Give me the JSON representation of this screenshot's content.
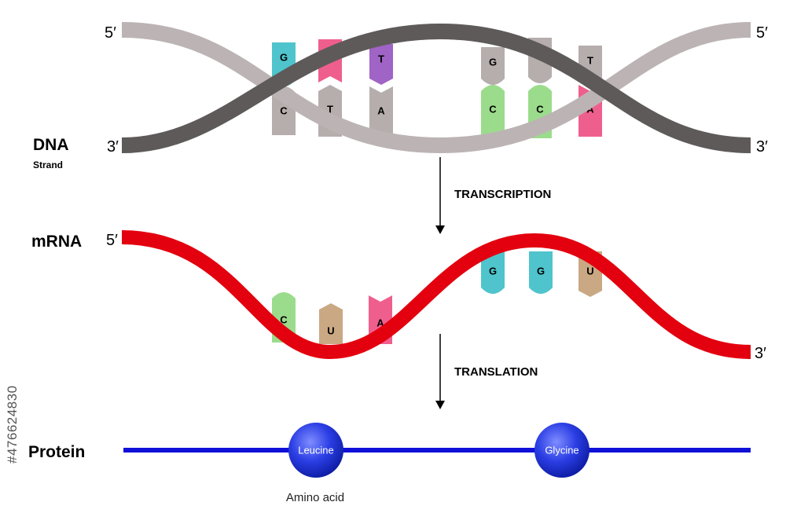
{
  "labels": {
    "dna": "DNA",
    "dna_sub": "Strand",
    "mrna": "mRNA",
    "protein": "Protein",
    "transcription": "TRANSCRIPTION",
    "translation": "TRANSLATION",
    "amino_acid": "Amino acid",
    "five_prime": "5′",
    "three_prime": "3′"
  },
  "dna": {
    "top_bases": [
      "G",
      "A",
      "T",
      "G",
      "G",
      "T"
    ],
    "bottom_bases": [
      "C",
      "T",
      "A",
      "C",
      "C",
      "A"
    ]
  },
  "mrna": {
    "bases": [
      "C",
      "U",
      "A",
      "G",
      "G",
      "U"
    ]
  },
  "protein": {
    "amino_acids": [
      "Leucine",
      "Glycine"
    ]
  },
  "colors": {
    "G": "#4fc4cc",
    "A": "#ef5f8e",
    "T": "#a063c6",
    "C": "#9bdc8c",
    "U": "#c9a883",
    "neutral_base": "#b6adad",
    "strand_light": "#bcb4b4",
    "strand_dark": "#5e5a5a",
    "mrna_strand": "#e3000f",
    "protein_line": "#1010d8",
    "amino_acid_fill": "#2a3fe0"
  },
  "stock_id": "#476624830"
}
